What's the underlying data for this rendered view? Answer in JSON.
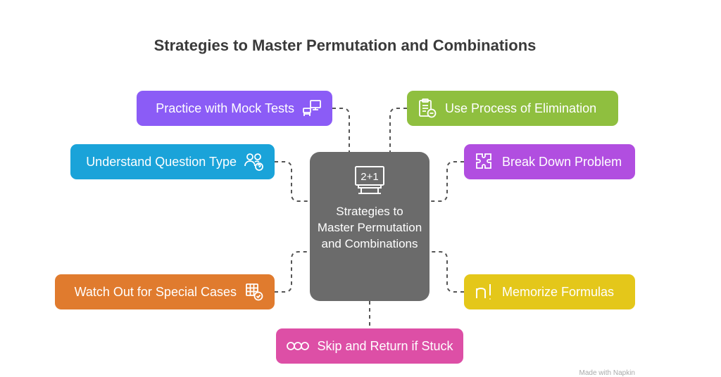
{
  "title": "Strategies to Master Permutation and Combinations",
  "center": {
    "label": "Strategies to Master Permutation and Combinations",
    "icon_text": "2+1",
    "color": "#6b6b6b"
  },
  "nodes": [
    {
      "label": "Practice with Mock Tests",
      "color": "#8b5cf6",
      "icon": "computer-desk-icon"
    },
    {
      "label": "Understand Question Type",
      "color": "#1aa3d9",
      "icon": "people-question-icon"
    },
    {
      "label": "Watch Out for Special Cases",
      "color": "#e07b2e",
      "icon": "grid-check-icon"
    },
    {
      "label": "Skip and Return if Stuck",
      "color": "#dd4fa6",
      "icon": "loop-icon"
    },
    {
      "label": "Use Process of Elimination",
      "color": "#8fbf3f",
      "icon": "clipboard-remove-icon"
    },
    {
      "label": "Break Down Problem",
      "color": "#b14ee0",
      "icon": "puzzle-icon"
    },
    {
      "label": "Memorize Formulas",
      "color": "#e4c71a",
      "icon": "factorial-icon"
    }
  ],
  "footer": "Made with Napkin"
}
